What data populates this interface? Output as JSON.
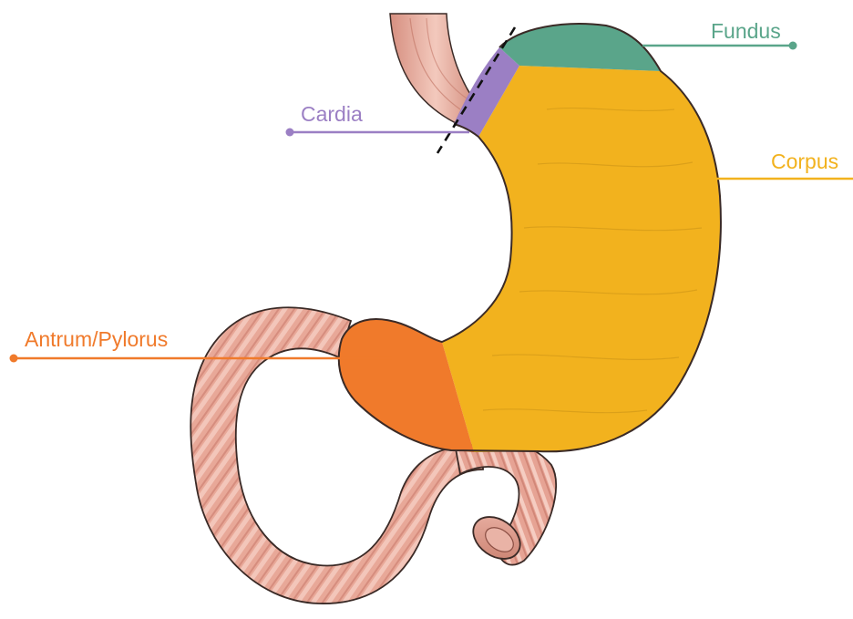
{
  "regions": [
    {
      "id": "fundus",
      "label": "Fundus",
      "color": "#5aa58a"
    },
    {
      "id": "cardia",
      "label": "Cardia",
      "color": "#9b7fc4"
    },
    {
      "id": "corpus",
      "label": "Corpus",
      "color": "#f2b21e"
    },
    {
      "id": "antrum",
      "label": "Antrum/Pylorus",
      "color": "#f07a2b"
    }
  ],
  "colors": {
    "intestine": "#e8a898",
    "intestine_shade": "#c97b6d",
    "outline": "#3a2a26",
    "dashed_line": "#111111"
  }
}
